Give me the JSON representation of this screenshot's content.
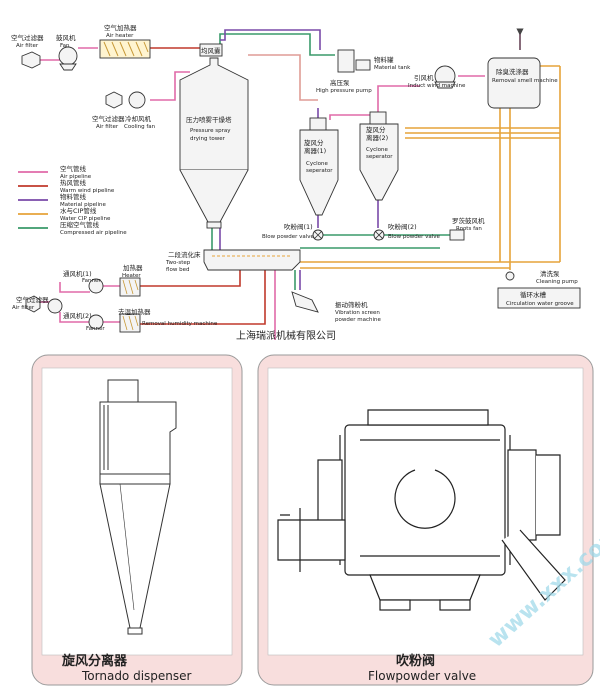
{
  "colors": {
    "air_pipe": "#e06aa8",
    "warm_wind_pipe": "#c0392b",
    "material_pipe": "#7a4aa8",
    "water_cip_pipe": "#e6a33a",
    "compressed_air_pipe": "#3a9a6a",
    "panel_fill": "#f8dedd",
    "watermark": "#9bd7e8"
  },
  "labels": {
    "air_filter_1_cn": "空气过滤器",
    "air_filter_1_en": "Air filter",
    "fan_cn": "鼓风机",
    "fan_en": "Fan",
    "air_heater_cn": "空气加热器",
    "air_heater_en": "Air heater",
    "hot_air_hood_cn": "均风囊",
    "material_tank_cn": "物料罐",
    "material_tank_en": "Material tank",
    "high_pressure_pump_cn": "高压泵",
    "high_pressure_pump_en": "High pressure pump",
    "induct_wind_cn": "引风机",
    "induct_wind_en": "Induct wind machine",
    "removal_smell_cn": "除臭洗涤器",
    "removal_smell_en": "Removal smell machine",
    "air_filter_2_cn": "空气过滤器",
    "air_filter_2_en": "Air filter",
    "cooling_fan_cn": "冷却风机",
    "cooling_fan_en": "Cooling fan",
    "tower_cn": "压力喷雾干燥塔",
    "tower_en_1": "Pressure spray",
    "tower_en_2": "drying tower",
    "cyclone1_cn_1": "旋风分",
    "cyclone1_cn_2": "离器(1)",
    "cyclone1_en_1": "Cyclone",
    "cyclone1_en_2": "seperator",
    "cyclone2_cn_1": "旋风分",
    "cyclone2_cn_2": "离器(2)",
    "cyclone2_en_1": "Cyclone",
    "cyclone2_en_2": "seperator",
    "blow_valve1_cn": "吹粉阀(1)",
    "blow_valve1_en": "Blow powder valve",
    "blow_valve2_cn": "吹粉阀(2)",
    "blow_valve2_en": "Blow powder valve",
    "roots_fan_cn": "罗茨鼓风机",
    "roots_fan_en": "Roots fan",
    "cleaning_pump_cn": "清洗泵",
    "cleaning_pump_en": "Cleaning pump",
    "circ_groove_cn": "循环水槽",
    "circ_groove_en": "Circulation water groove",
    "fluid_bed_cn": "二段流化床",
    "fluid_bed_en_1": "Two-step",
    "fluid_bed_en_2": "flow bed",
    "fanner1_cn": "通风机(1)",
    "fanner1_en": "Fanner",
    "heater_cn": "加热器",
    "heater_en": "Heater",
    "air_filter_3_cn": "空气过滤器",
    "air_filter_3_en": "Air filter",
    "fanner2_cn": "通风机(2)",
    "fanner2_en": "Fanner",
    "dehumid_cn": "去湿加热器",
    "dehumid_en": "Removal humidity machine",
    "vib_screen_cn": "振动筛粉机",
    "vib_screen_en_1": "Vibration screen",
    "vib_screen_en_2": "powder machine"
  },
  "legend": [
    {
      "cn": "空气管线",
      "en": "Air pipeline",
      "color": "#e06aa8"
    },
    {
      "cn": "热风管线",
      "en": "Warm wind pipeline",
      "color": "#c0392b"
    },
    {
      "cn": "物料管线",
      "en": "Material pipeline",
      "color": "#7a4aa8"
    },
    {
      "cn": "水与CIP管线",
      "en": "Water CIP pipeline",
      "color": "#e6a33a"
    },
    {
      "cn": "压缩空气管线",
      "en": "Compressed air pipeline",
      "color": "#3a9a6a"
    }
  ],
  "company": "上海瑞派机械有限公司",
  "bottom": {
    "left_cn": "旋风分离器",
    "left_en": "Tornado dispenser",
    "right_cn": "吹粉阀",
    "right_en": "Flowpowder valve",
    "watermark": "www.xxx.com"
  }
}
